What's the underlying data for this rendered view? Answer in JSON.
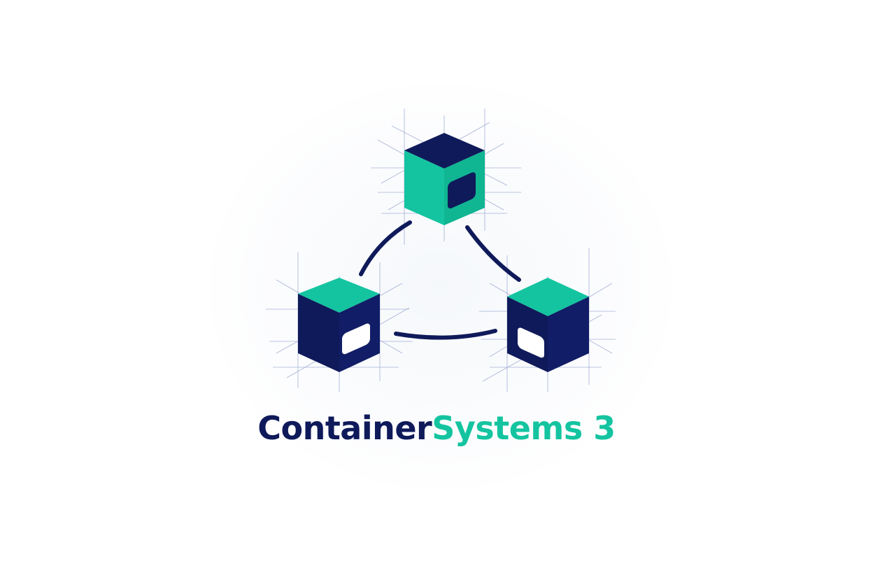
{
  "brand": {
    "name_part_1": "Container",
    "name_part_2": "Systems",
    "name_part_3": "3"
  },
  "colors": {
    "navy": "#0f1a5a",
    "teal": "#14c4a0",
    "construction_lines": "#8a98c8",
    "background": "#ffffff"
  },
  "icons": {
    "top_cube": "container-cube-icon",
    "left_cube": "container-cube-icon",
    "right_cube": "container-cube-icon",
    "connectors": "network-link-icon"
  }
}
